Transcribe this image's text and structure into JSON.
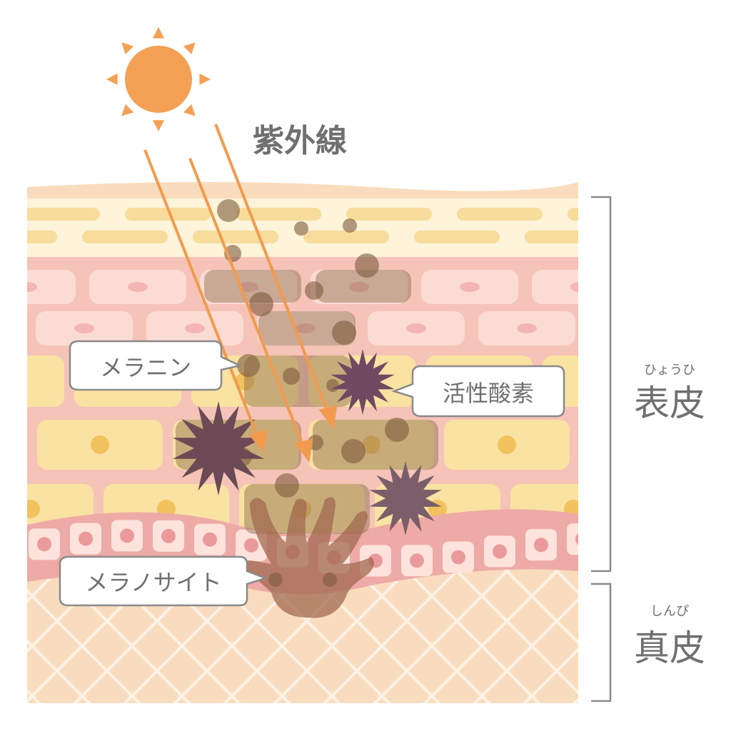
{
  "uv_label": "紫外線",
  "callouts": {
    "melanin": "メラニン",
    "active_oxygen": "活性酸素",
    "melanocyte": "メラノサイト"
  },
  "layers": {
    "epidermis": {
      "label": "表皮",
      "reading": "ひょうひ"
    },
    "dermis": {
      "label": "真皮",
      "reading": "しんぴ"
    }
  },
  "colors": {
    "sun": "#f4a055",
    "arrow": "#f29a4e",
    "text": "#707070",
    "melanin": "#7d5a3c",
    "active_oxygen": "#6a4a5a"
  }
}
